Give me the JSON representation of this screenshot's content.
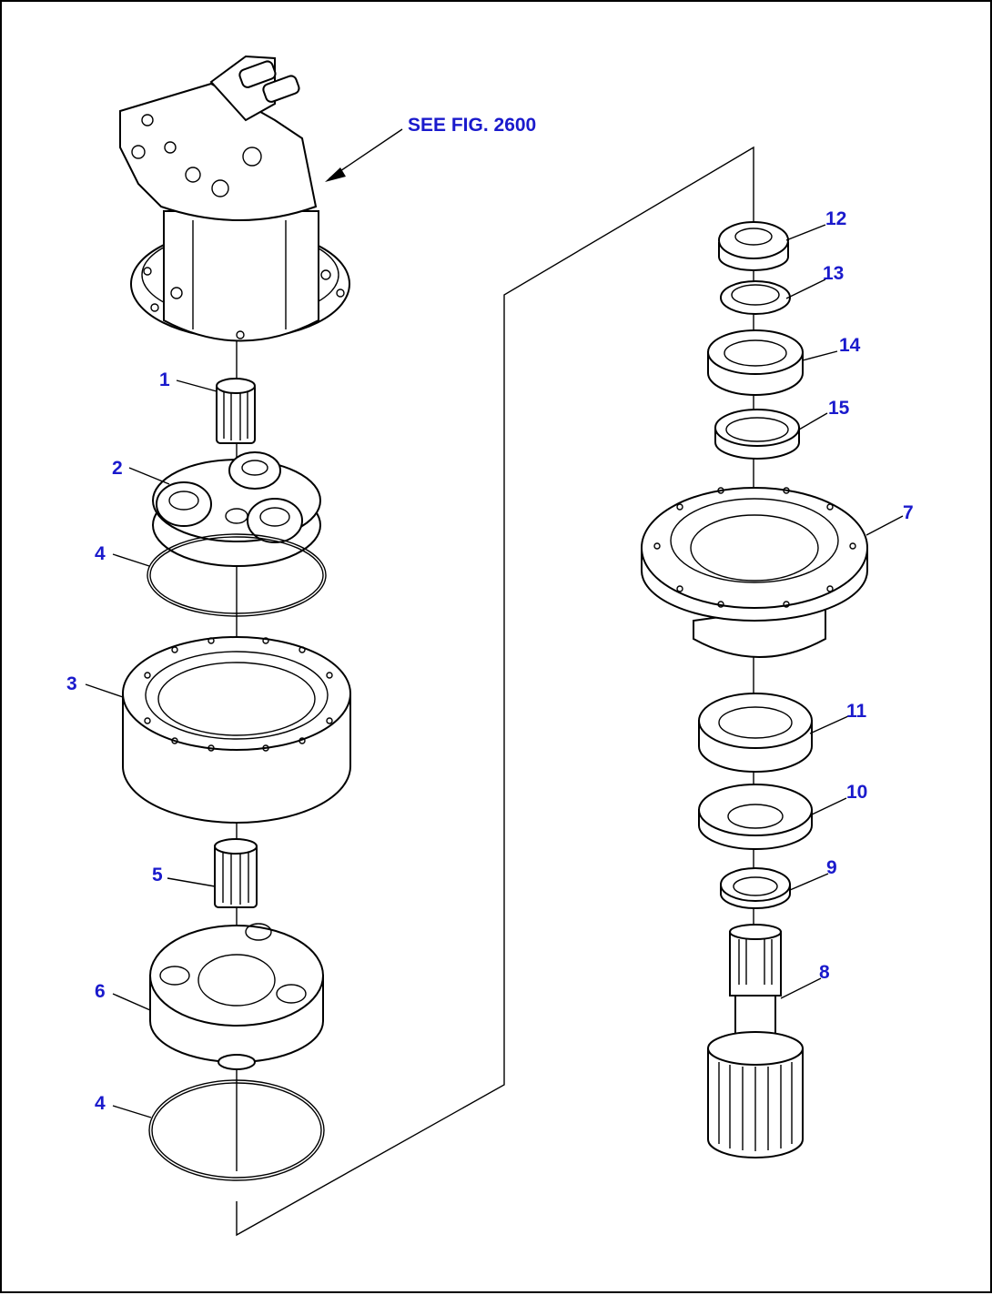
{
  "reference_text": "SEE FIG. 2600",
  "part_labels": {
    "p1": "1",
    "p2": "2",
    "p3": "3",
    "p4a": "4",
    "p4b": "4",
    "p5": "5",
    "p6": "6",
    "p7": "7",
    "p8": "8",
    "p9": "9",
    "p10": "10",
    "p11": "11",
    "p12": "12",
    "p13": "13",
    "p14": "14",
    "p15": "15"
  },
  "colors": {
    "label": "#1a1acc",
    "line": "#000000",
    "background": "#ffffff"
  }
}
